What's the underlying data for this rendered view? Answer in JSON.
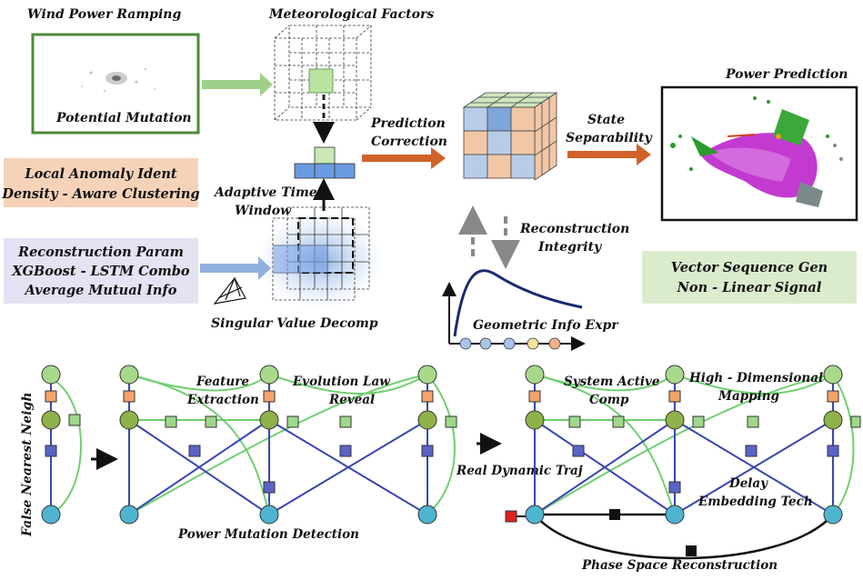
{
  "top": {
    "wind_power_ramping": "Wind Power Ramping",
    "potential_mutation": "Potential Mutation",
    "meteorological_factors": "Meteorological Factors",
    "prediction_correction_1": "Prediction",
    "prediction_correction_2": "Correction",
    "state_separability_1": "State",
    "state_separability_2": "Separability",
    "power_prediction": "Power Prediction",
    "adaptive_time_window_1": "Adaptive Time",
    "adaptive_time_window_2": "Window",
    "reconstruction_integrity_1": "Reconstruction",
    "reconstruction_integrity_2": "Integrity",
    "singular_value_decomp": "Singular Value Decomp",
    "geometric_info_expr": "Geometric Info Expr"
  },
  "boxes": {
    "local_anomaly": [
      "Local Anomaly Ident",
      "Density - Aware Clustering"
    ],
    "reconstruction_param": [
      "Reconstruction Param",
      "XGBoost - LSTM Combo",
      "Average Mutual Info"
    ],
    "vector_sequence": [
      "Vector Sequence Gen",
      "Non - Linear Signal"
    ]
  },
  "bottom": {
    "false_nearest_neigh": "False Nearest Neigh",
    "feature_extraction_1": "Feature",
    "feature_extraction_2": "Extraction",
    "evolution_law_1": "Evolution Law",
    "evolution_law_2": "Reveal",
    "power_mutation_detection": "Power Mutation Detection",
    "real_dynamic_traj": "Real Dynamic Traj",
    "system_active_1": "System Active",
    "system_active_2": "Comp",
    "high_dimensional_1": "High - Dimensional",
    "high_dimensional_2": "Mapping",
    "delay_embedding_1": "Delay",
    "delay_embedding_2": "Embedding Tech",
    "phase_space_reconstruction": "Phase Space Reconstruction"
  },
  "colors": {
    "green_border": "#4e8a3a",
    "arrow_green": "#9fd08a",
    "arrow_orange": "#d0622a",
    "arrow_blue": "#8fb0dc",
    "box_orange_bg": "#f6d2b8",
    "box_lilac_bg": "#e3e3f3",
    "box_green_bg": "#dbeccd",
    "node_green": "#a8d98a",
    "node_olive": "#8fb24a",
    "node_teal": "#4fb4d0",
    "link_green": "#6fcf6f",
    "link_blue": "#3a46b0",
    "square_orange": "#f2a46a",
    "square_blue": "#5b63c8",
    "square_green": "#9ed88a",
    "square_red": "#e02020"
  }
}
